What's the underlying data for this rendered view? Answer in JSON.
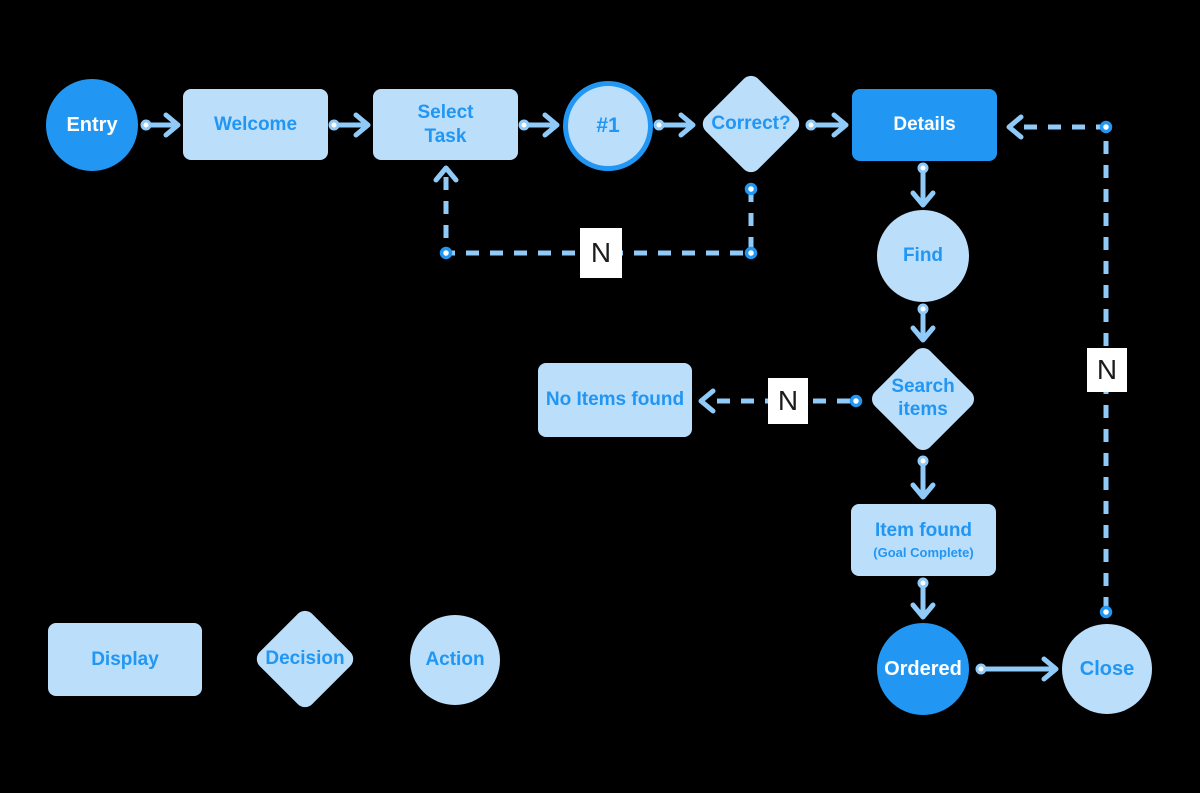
{
  "colors": {
    "background": "#000000",
    "shape_primary": "#2196F3",
    "shape_light": "#BBDEFB",
    "connector": "#90CAF9",
    "connector_dot_ring": "#2196F3",
    "text_on_dark": "#ffffff",
    "text_on_light": "#2196F3",
    "edge_label_bg": "#ffffff",
    "edge_label_text": "#1c1c1c"
  },
  "nodes": {
    "entry": {
      "label": "Entry",
      "shape": "circle",
      "style": "dark"
    },
    "welcome": {
      "label": "Welcome",
      "shape": "rect",
      "style": "light"
    },
    "select_task": {
      "label": "Select\nTask",
      "shape": "rect",
      "style": "light"
    },
    "step1": {
      "label": "#1",
      "shape": "circle",
      "style": "light-ring"
    },
    "correct": {
      "label": "Correct?",
      "shape": "diamond",
      "style": "light"
    },
    "details": {
      "label": "Details",
      "shape": "rect",
      "style": "dark"
    },
    "find": {
      "label": "Find",
      "shape": "circle",
      "style": "light"
    },
    "search_items": {
      "label": "Search\nitems",
      "shape": "diamond",
      "style": "light"
    },
    "no_items": {
      "label": "No Items found",
      "shape": "rect",
      "style": "light"
    },
    "item_found": {
      "label": "Item found",
      "sublabel": "(Goal Complete)",
      "shape": "rect",
      "style": "light"
    },
    "ordered": {
      "label": "Ordered",
      "shape": "circle",
      "style": "dark"
    },
    "close": {
      "label": "Close",
      "shape": "circle",
      "style": "light"
    }
  },
  "edge_labels": {
    "retry": "N",
    "not_found": "N",
    "close_loop": "N"
  },
  "legend": {
    "display": "Display",
    "decision": "Decision",
    "action": "Action"
  }
}
